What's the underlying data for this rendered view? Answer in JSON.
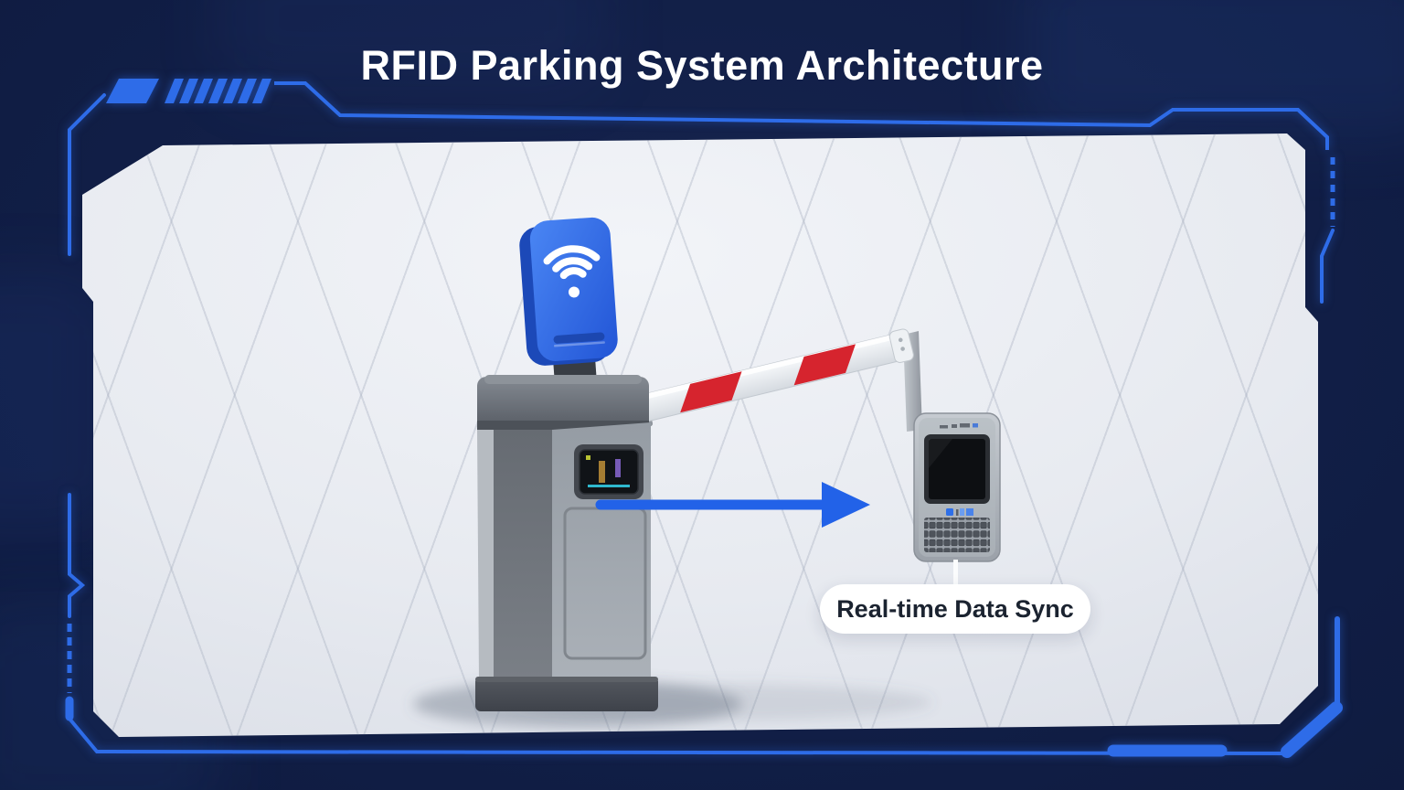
{
  "page": {
    "title": "RFID Parking System Architecture"
  },
  "diagram": {
    "sync_label": "Real-time Data Sync",
    "components": [
      {
        "id": "rfid-antenna",
        "icon": "wifi-icon",
        "color": "#3572ee"
      },
      {
        "id": "barrier-gate-cabinet",
        "color": "#9aa1a8"
      },
      {
        "id": "barrier-arm",
        "stripe_color": "#d6242e"
      },
      {
        "id": "barrier-end-post"
      },
      {
        "id": "handheld-terminal"
      },
      {
        "id": "data-flow-arrow",
        "direction": "right"
      }
    ]
  },
  "colors": {
    "background": "#0e1a3c",
    "frame-blue": "#2e6ce8",
    "panel-light": "#e7eaf0",
    "accent-arrow": "#2262e8",
    "antenna-blue": "#3572ee",
    "barrier-red": "#d6242e",
    "cabinet-gray": "#9aa1a8",
    "label-bg": "#ffffff",
    "label-text": "#1b2330",
    "title-text": "#ffffff"
  }
}
